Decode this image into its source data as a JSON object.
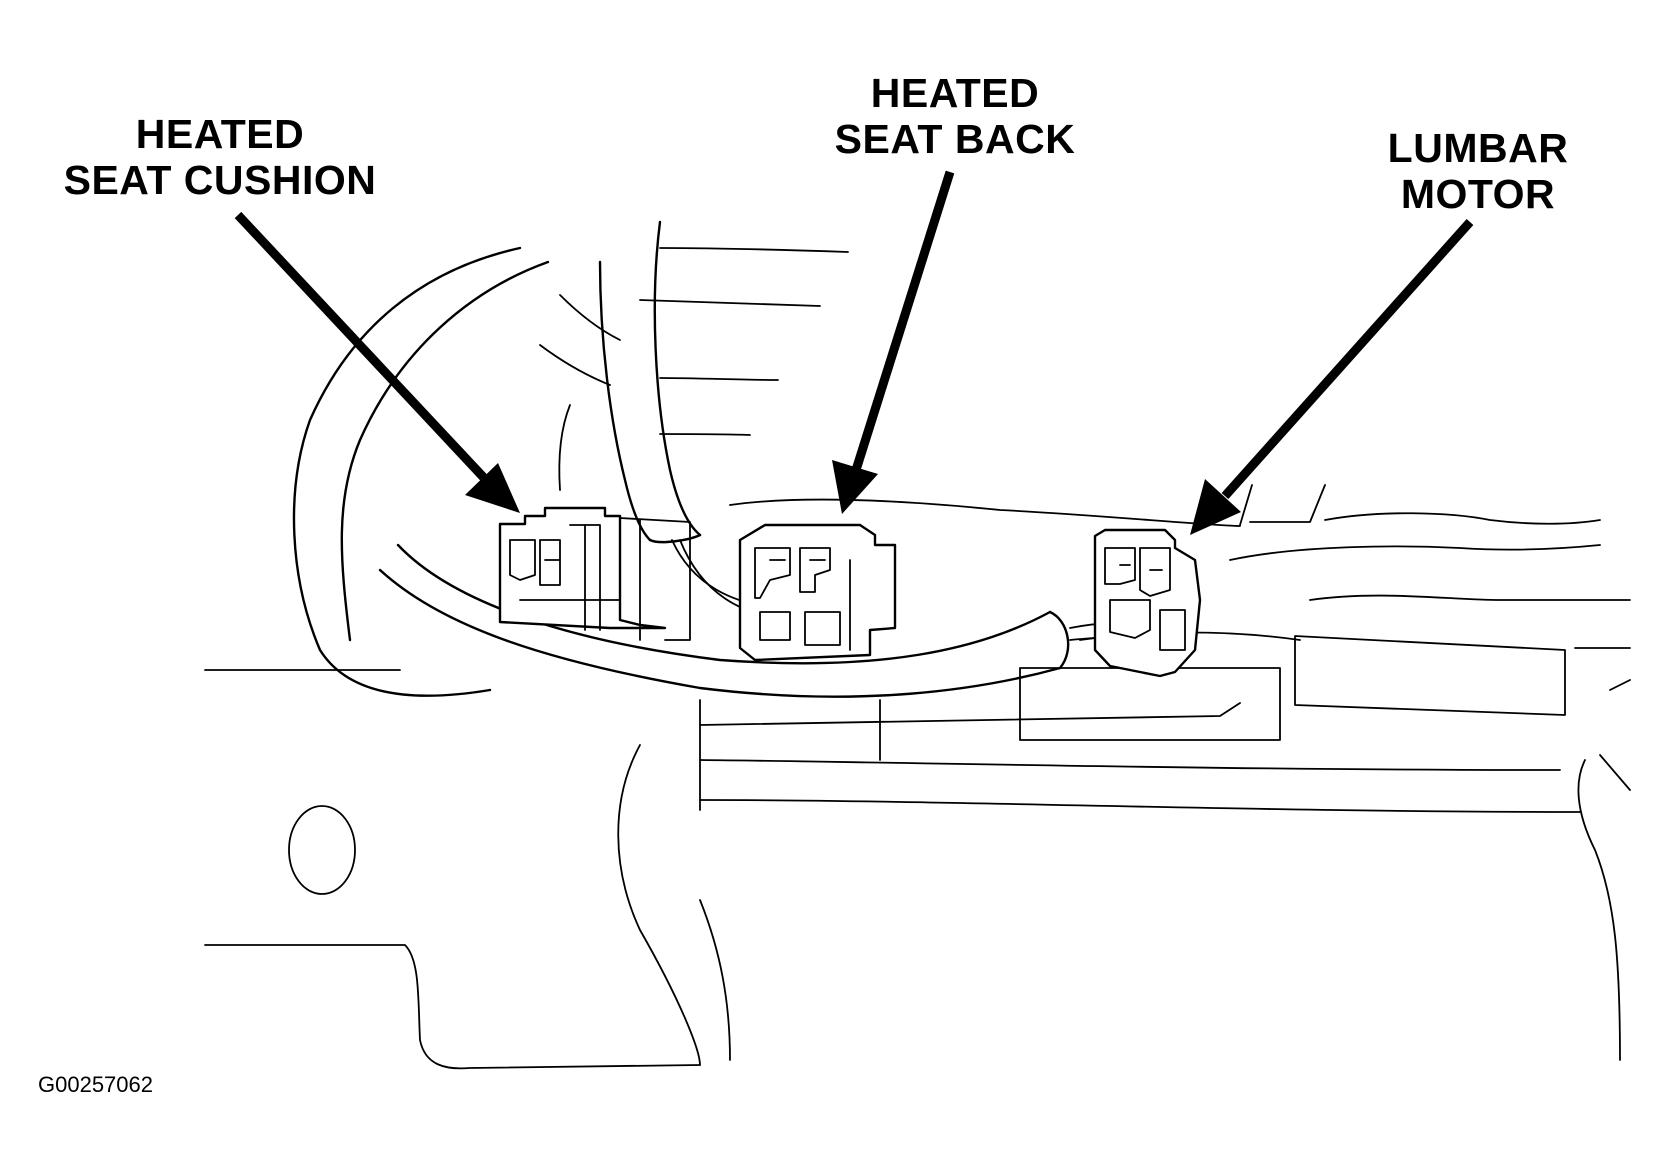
{
  "labels": {
    "heated_seat_cushion": {
      "line1": "HEATED",
      "line2": "SEAT CUSHION"
    },
    "heated_seat_back": {
      "line1": "HEATED",
      "line2": "SEAT BACK"
    },
    "lumbar_motor": {
      "line1": "LUMBAR",
      "line2": "MOTOR"
    }
  },
  "figure_id": "G00257062"
}
